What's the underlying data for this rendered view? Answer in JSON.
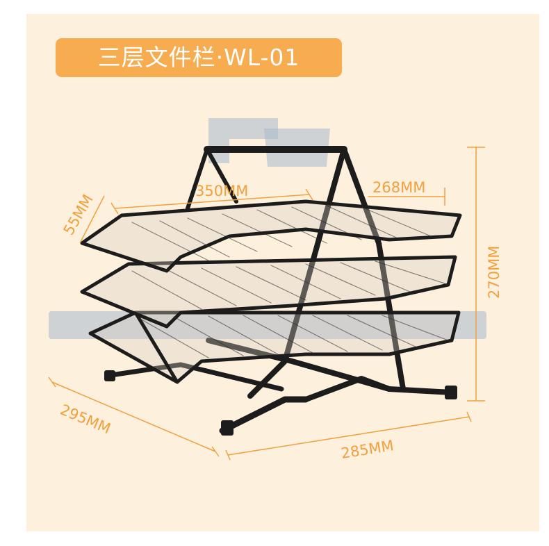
{
  "title": "三层文件栏·WL-01",
  "dimensions": {
    "width_front": "350MM",
    "depth_top": "268MM",
    "tray_height": "55MM",
    "height": "270MM",
    "depth_bottom": "295MM",
    "width_bottom": "285MM"
  },
  "colors": {
    "badge": "#f6ac4f",
    "dimension_lines": "#f0a13f",
    "background": "#fdf0dd",
    "product": "#1c1c1c"
  }
}
